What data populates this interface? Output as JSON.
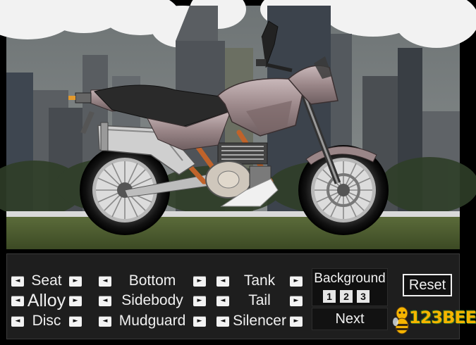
{
  "controls": {
    "col1": [
      {
        "label": "Seat",
        "big": false
      },
      {
        "label": "Alloy",
        "big": true
      },
      {
        "label": "Disc",
        "big": false
      }
    ],
    "col2": [
      {
        "label": "Bottom"
      },
      {
        "label": "Sidebody"
      },
      {
        "label": "Mudguard"
      }
    ],
    "col3": [
      {
        "label": "Tank"
      },
      {
        "label": "Tail"
      },
      {
        "label": "Silencer"
      }
    ],
    "arrow_left_glyph": "◄",
    "arrow_right_glyph": "►"
  },
  "background": {
    "title": "Background",
    "options": [
      "1",
      "2",
      "3"
    ]
  },
  "buttons": {
    "next": "Next",
    "reset": "Reset"
  },
  "logo": {
    "text": "123BEE"
  },
  "colors": {
    "bike_body": "#9a8688",
    "frame_orange": "#c0632a",
    "panel_bg": "#1e1e1e",
    "logo_yellow": "#f6b400"
  }
}
